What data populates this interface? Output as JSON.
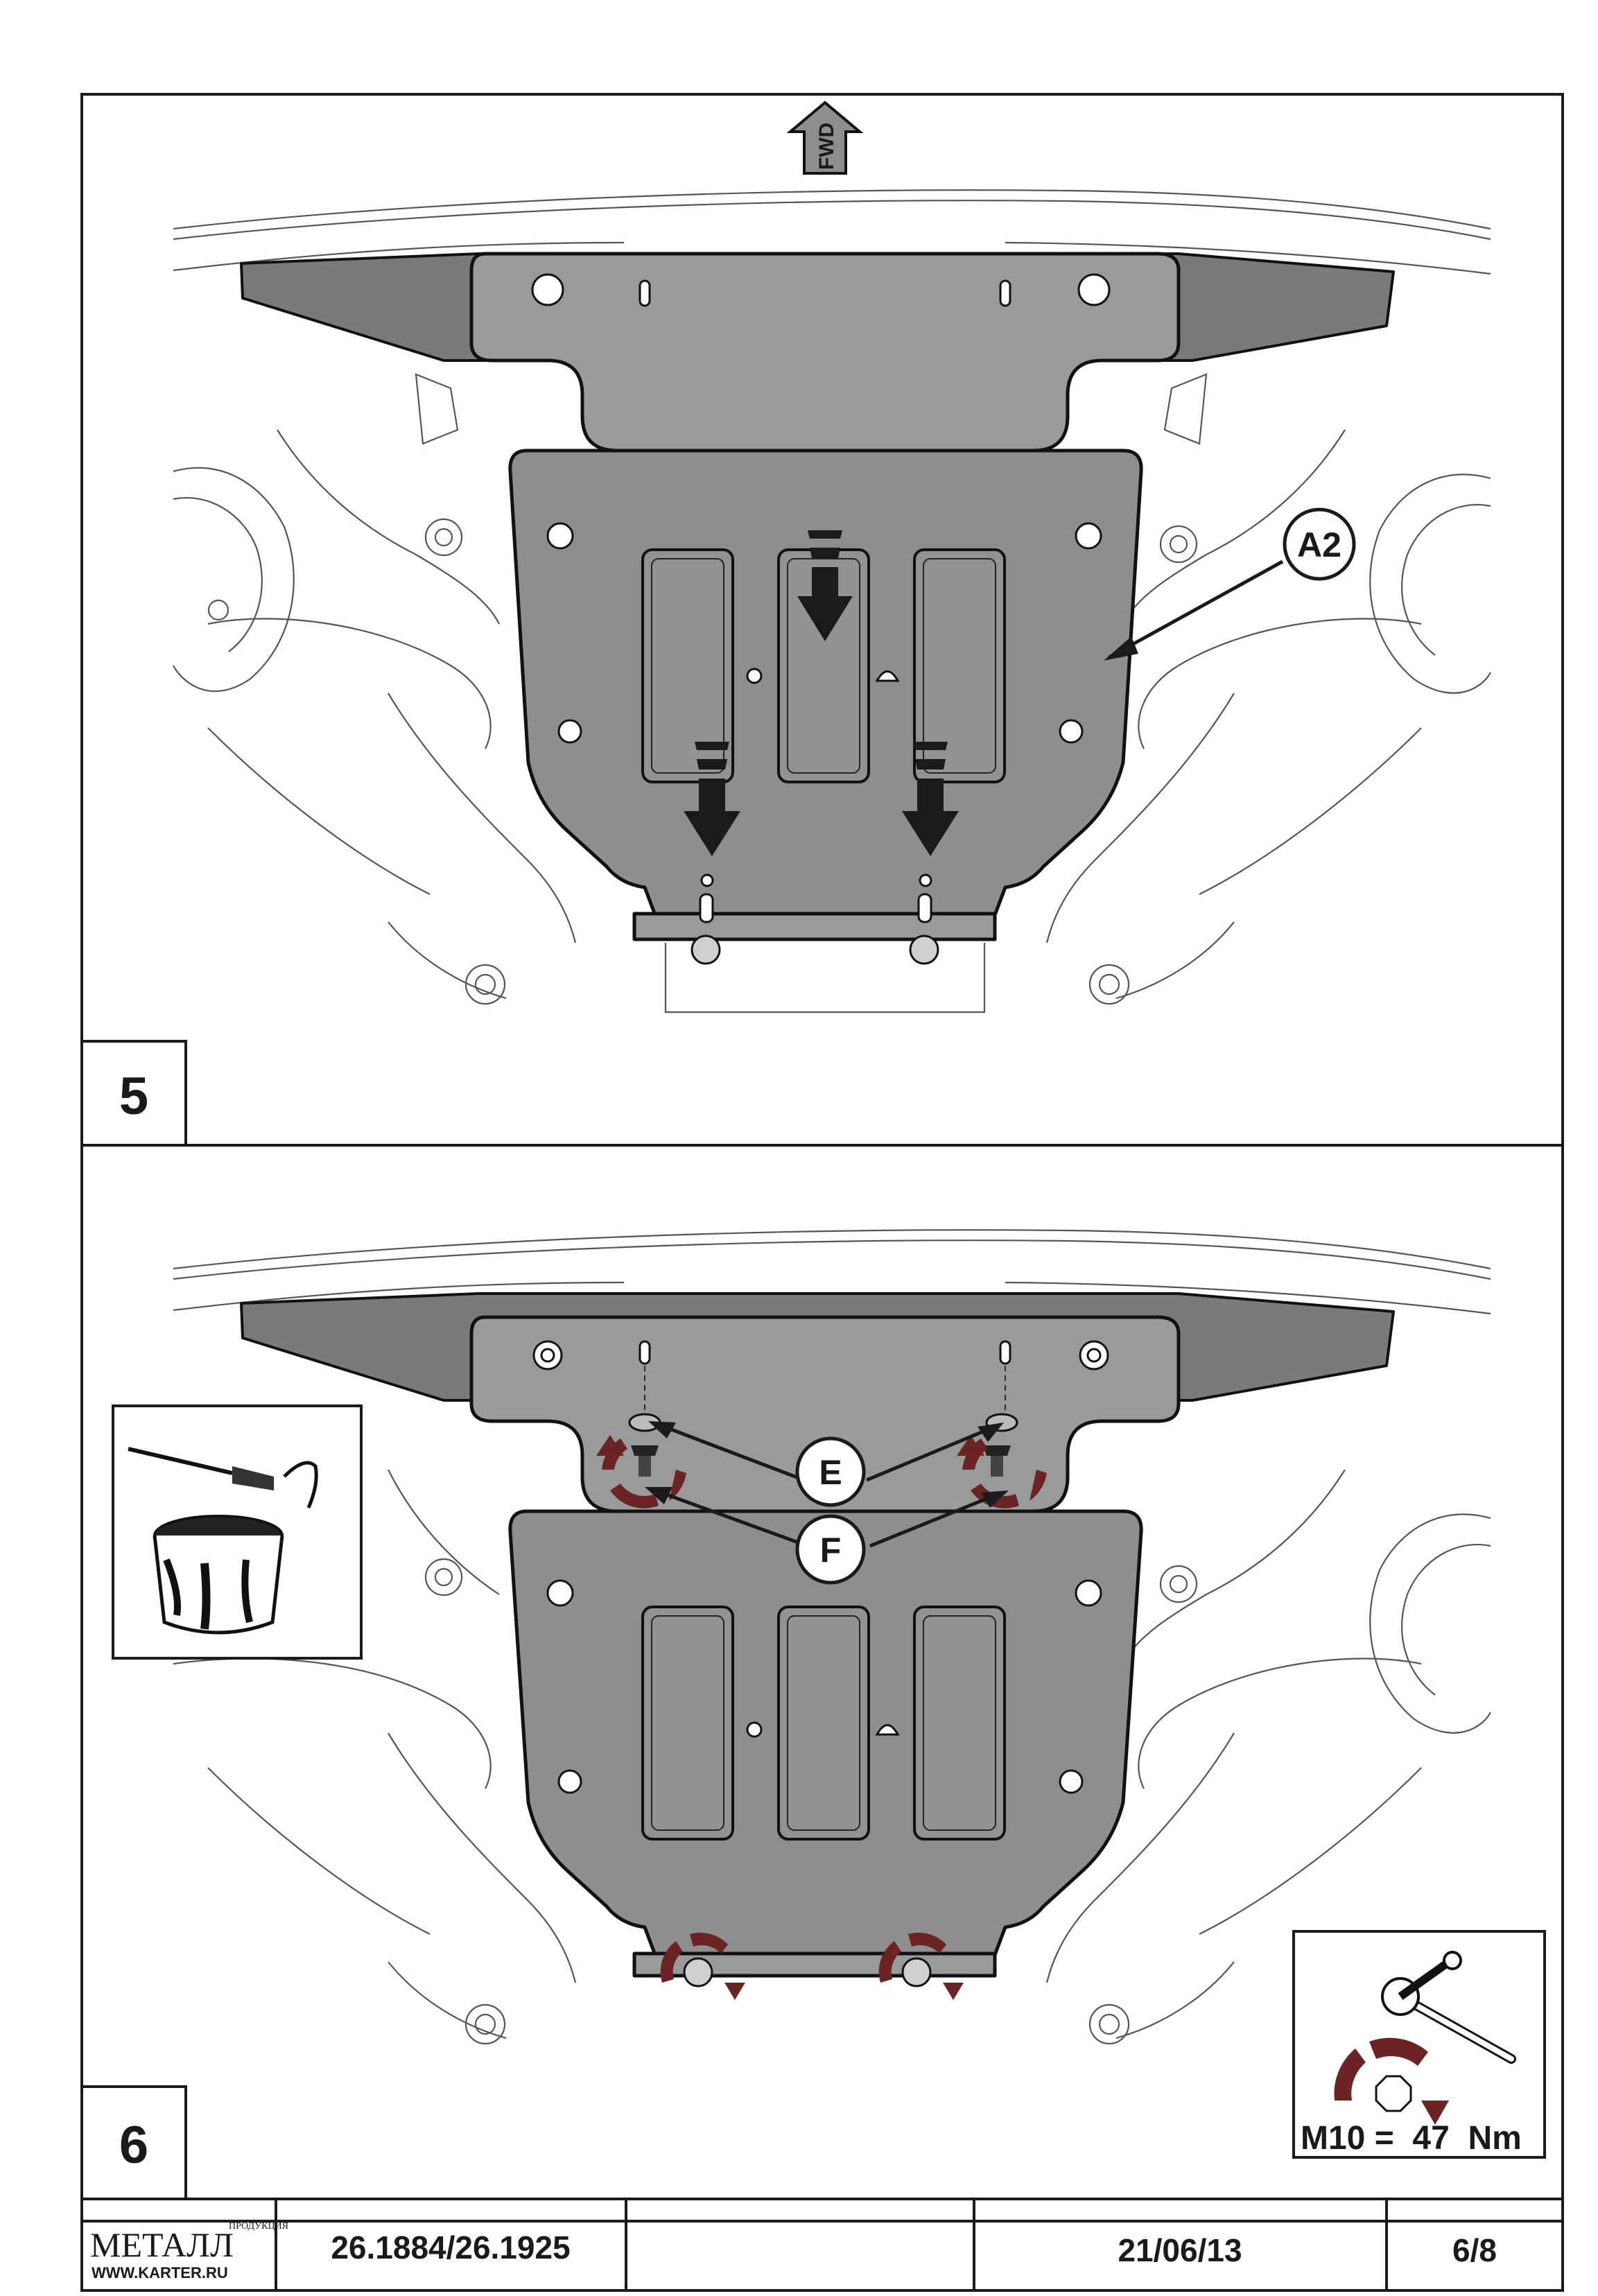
{
  "panels": [
    {
      "step": "5",
      "forward_label": "FWD",
      "callouts": [
        "A2"
      ]
    },
    {
      "step": "6",
      "callouts": [
        "E",
        "F"
      ],
      "torque_spec": "M10 =  47  Nm"
    }
  ],
  "footer": {
    "logo_text": "МЕТАЛЛ",
    "logo_suffix": "ПРОДУКЦИЯ",
    "website": "WWW.KARTER.RU",
    "part_number": "26.1884/26.1925",
    "blank": "",
    "date": "21/06/13",
    "page": "6/8"
  },
  "colors": {
    "plate_fill": "#8e8e8e",
    "torque_arrow": "#6b2424",
    "line": "#1a1a1a"
  }
}
